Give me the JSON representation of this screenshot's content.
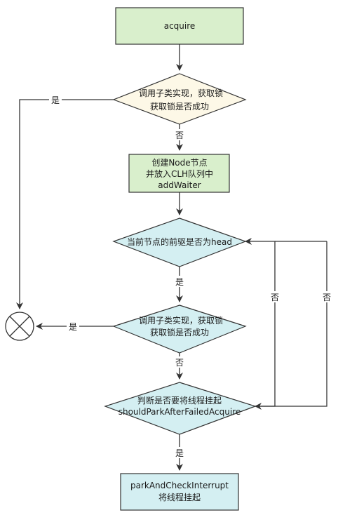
{
  "nodes": {
    "acquire": {
      "text": "acquire",
      "fill": "#d9efcc"
    },
    "try_acquire_1": {
      "line1": "调用子类实现，获取锁",
      "line2": "获取锁是否成功",
      "fill": "#fdf8e7"
    },
    "add_waiter": {
      "line1": "创建Node节点",
      "line2": "并放入CLH队列中",
      "line3": "addWaiter",
      "fill": "#d9efcc"
    },
    "is_prev_head": {
      "text": "当前节点的前驱是否为head",
      "fill": "#d4eff2"
    },
    "try_acquire_2": {
      "line1": "调用子类实现，获取锁",
      "line2": "获取锁是否成功",
      "fill": "#d4eff2"
    },
    "should_park": {
      "line1": "判断是否要将线程挂起",
      "line2": "shouldParkAfterFailedAcquire",
      "fill": "#d4eff2"
    },
    "park": {
      "line1": "parkAndCheckInterrupt",
      "line2": "将线程挂起",
      "fill": "#d4eff2"
    },
    "end_symbol": {
      "name": "or-junction-x-icon"
    }
  },
  "edges": {
    "try1_yes": "是",
    "try1_no": "否",
    "prev_head_yes": "是",
    "try2_yes": "是",
    "try2_no": "否",
    "prev_head_no_loop": "否",
    "should_park_loop": "否",
    "should_park_yes": "是"
  },
  "colors": {
    "stroke": "#333333"
  }
}
